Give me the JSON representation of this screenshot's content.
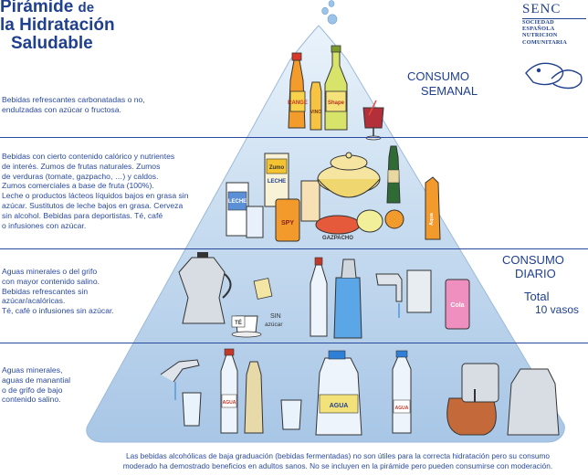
{
  "title": {
    "line1": "Pirámide",
    "line1_de": "de",
    "line2": "la Hidratación",
    "line3": "Saludable"
  },
  "org": {
    "acronym": "SENC",
    "lines": [
      "SOCIEDAD",
      "ESPAÑOLA",
      "NUTRICION",
      "COMUNITARIA"
    ]
  },
  "labels": {
    "weekly_line1": "CONSUMO",
    "weekly_line2": "SEMANAL",
    "daily_line1": "CONSUMO",
    "daily_line2": "DIARIO",
    "total_line1": "Total",
    "total_line2": "10 vasos"
  },
  "tiers": [
    {
      "text": "Bebidas refrescantes carbonatadas o no,\nendulzadas con azúcar o fructosa."
    },
    {
      "text": "Bebidas con cierto contenido calórico y nutrientes\nde interés. Zumos de frutas naturales. Zumos\nde verduras (tomate, gazpacho, …) y caldos.\nZumos comerciales a base de fruta (100%).\nLeche o productos lácteos líquidos bajos en grasa sin\nazúcar. Sustitutos de leche bajos en grasa. Cerveza\nsin alcohol. Bebidas para deportistas. Té, café\no infusiones con azúcar."
    },
    {
      "text": "Aguas minerales o del grifo\ncon mayor contenido salino.\nBebidas refrescantes sin\nazúcar/acalóricas.\nTé, café o infusiones sin azúcar."
    },
    {
      "text": "Aguas minerales,\naguas de manantial\no de grifo de bajo\ncontenido salino."
    }
  ],
  "footer": "Las bebidas alcohólicas de baja graduación (bebidas fermentadas) no son útiles para la correcta hidratación pero su consumo\nmoderado ha demostrado beneficios en adultos sanos. No se incluyen en la pirámide pero pueden consumirse con moderación.",
  "product_labels": {
    "bottle_orange": "RANGE",
    "bottle_yellow": "Shape",
    "can_small": "VINO",
    "carton_juice": "Zumo",
    "carton_milk1": "LECHE",
    "carton_milk2": "LECHE",
    "can_energy": "SPY",
    "gazpacho": "GAZPACHO",
    "sports_bottle": "Aqua",
    "tea_cup": "TÉ",
    "sin_azucar_1": "SIN",
    "sin_azucar_2": "azúcar",
    "cola_can": "Cola",
    "water_bottle1": "AGUA",
    "water_jug": "AGUA",
    "water_bottle2": "AGUA"
  }
}
